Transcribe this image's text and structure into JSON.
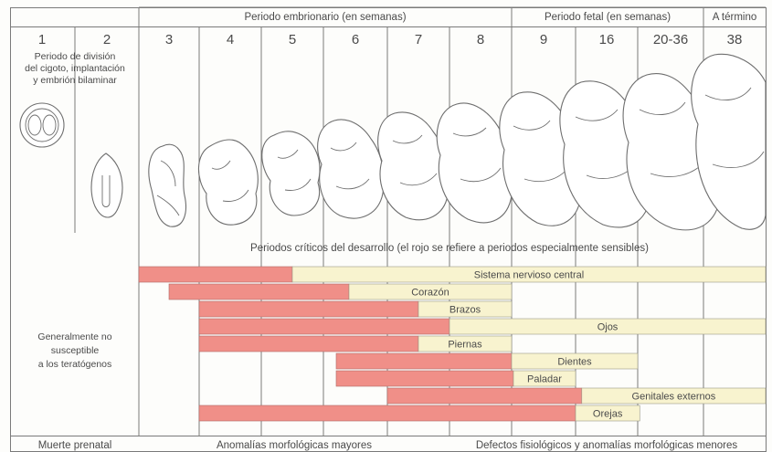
{
  "headers": {
    "embryonic": "Periodo embrionario (en semanas)",
    "fetal": "Periodo fetal (en semanas)",
    "term": "A término"
  },
  "weeks": [
    "1",
    "2",
    "3",
    "4",
    "5",
    "6",
    "7",
    "8",
    "9",
    "16",
    "20-36",
    "38"
  ],
  "early_period_note": [
    "Periodo de división",
    "del cigoto, implantación",
    "y embrión bilaminar"
  ],
  "critical_title": "Periodos críticos del desarrollo (el rojo se refiere a periodos especialmente sensibles)",
  "not_susceptible": [
    "Generalmente no",
    "susceptible",
    "a los teratógenos"
  ],
  "structures": [
    {
      "name": "Sistema nervioso central",
      "sensitive": [
        3,
        5.5
      ],
      "less_sensitive": [
        5.5,
        38
      ]
    },
    {
      "name": "Corazón",
      "sensitive": [
        3.5,
        6.4
      ],
      "less_sensitive": [
        6.4,
        9
      ]
    },
    {
      "name": "Brazos",
      "sensitive": [
        4,
        7.5
      ],
      "less_sensitive": [
        7.5,
        9
      ]
    },
    {
      "name": "Ojos",
      "sensitive": [
        4,
        8
      ],
      "less_sensitive": [
        8,
        38
      ]
    },
    {
      "name": "Piernas",
      "sensitive": [
        4,
        7.5
      ],
      "less_sensitive": [
        7.5,
        9
      ]
    },
    {
      "name": "Dientes",
      "sensitive": [
        6.2,
        9
      ],
      "less_sensitive": [
        9,
        20
      ]
    },
    {
      "name": "Paladar",
      "sensitive": [
        6.2,
        9.2
      ],
      "less_sensitive": [
        9.2,
        16
      ]
    },
    {
      "name": "Genitales externos",
      "sensitive": [
        7,
        16.4
      ],
      "less_sensitive": [
        16.4,
        38
      ]
    },
    {
      "name": "Orejas",
      "sensitive": [
        4,
        16
      ],
      "less_sensitive": [
        16,
        20.5
      ]
    }
  ],
  "footer": {
    "prenatal_death": "Muerte prenatal",
    "major_anomalies": "Anomalías morfológicas mayores",
    "minor_defects": "Defectos fisiológicos y anomalías morfológicas menores"
  },
  "colors": {
    "sensitive": "#f08f88",
    "less_sensitive": "#f8f3cf",
    "grid": "#7a7a7a",
    "text": "#4a4a4a"
  }
}
